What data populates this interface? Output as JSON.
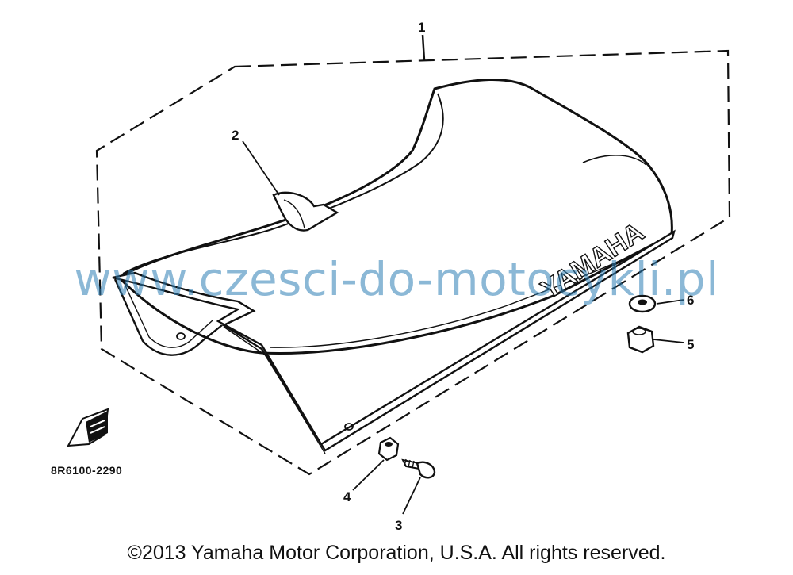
{
  "callouts": {
    "c1": "1",
    "c2": "2",
    "c3": "3",
    "c4": "4",
    "c5": "5",
    "c6": "6"
  },
  "seat_brand": "YAMAHA",
  "part_code": "8R6100-2290",
  "watermark": "www.czesci-do-motocykli.pl",
  "copyright": "©2013 Yamaha Motor Corporation, U.S.A. All rights reserved."
}
